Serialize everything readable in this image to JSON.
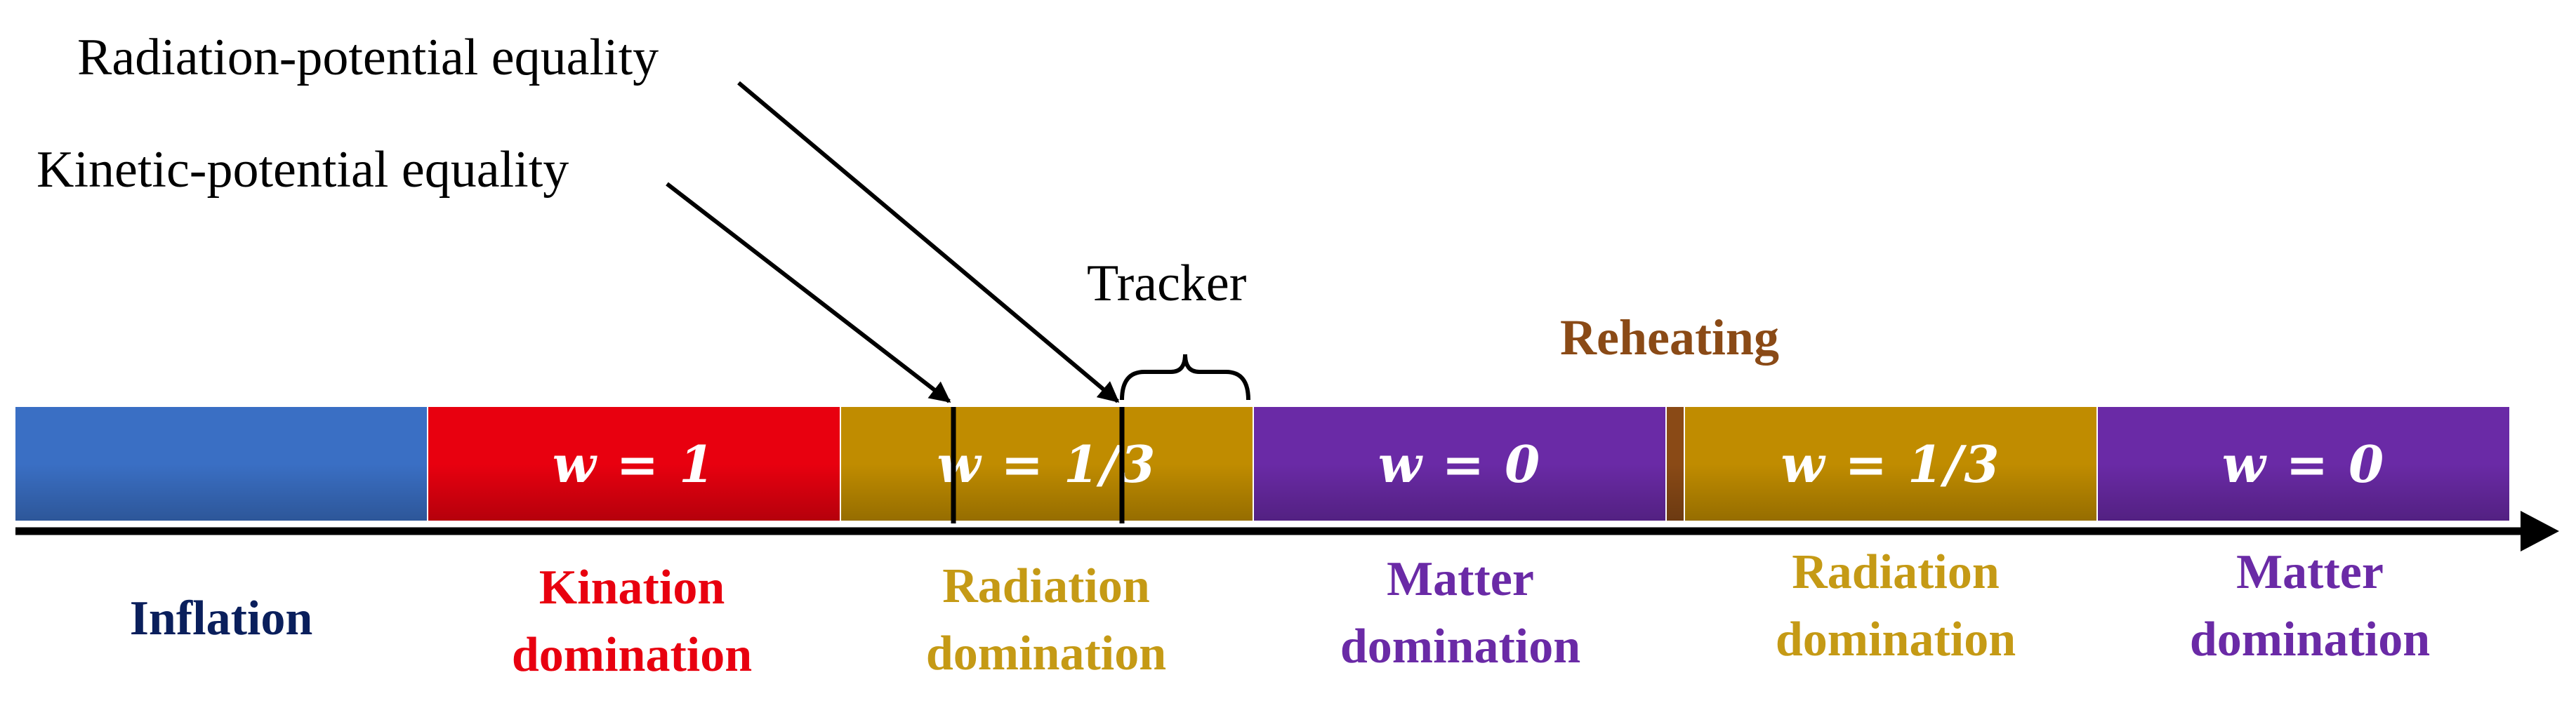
{
  "annotations": {
    "radiation_potential": "Radiation-potential equality",
    "kinetic_potential": "Kinetic-potential equality",
    "tracker": "Tracker",
    "reheating": "Reheating"
  },
  "segments": [
    {
      "key": "inflation",
      "eq": "",
      "color": "#3a6fc4"
    },
    {
      "key": "kination",
      "eq": "w = 1",
      "color": "#e8000f"
    },
    {
      "key": "radiation1",
      "eq": "w = 1/3",
      "color": "#c08c00"
    },
    {
      "key": "matter1",
      "eq": "w = 0",
      "color": "#6a2aa6"
    },
    {
      "key": "reheating",
      "eq": "",
      "color": "#8a4a16"
    },
    {
      "key": "radiation2",
      "eq": "w = 1/3",
      "color": "#c08c00"
    },
    {
      "key": "matter2",
      "eq": "w = 0",
      "color": "#6a2aa6"
    }
  ],
  "phases": [
    {
      "key": "inflation",
      "line1": "Inflation",
      "line2": "",
      "color": "#0a1f5c"
    },
    {
      "key": "kination",
      "line1": "Kination",
      "line2": "domination",
      "color": "#e8000f"
    },
    {
      "key": "radiation1",
      "line1": "Radiation",
      "line2": "domination",
      "color": "#c59a15"
    },
    {
      "key": "matter1",
      "line1": "Matter",
      "line2": "domination",
      "color": "#6a2aa6"
    },
    {
      "key": "radiation2",
      "line1": "Radiation",
      "line2": "domination",
      "color": "#c59a15"
    },
    {
      "key": "matter2",
      "line1": "Matter",
      "line2": "domination",
      "color": "#6a2aa6"
    }
  ],
  "colors": {
    "reheating_text": "#8a4a16",
    "axis": "#000000"
  }
}
